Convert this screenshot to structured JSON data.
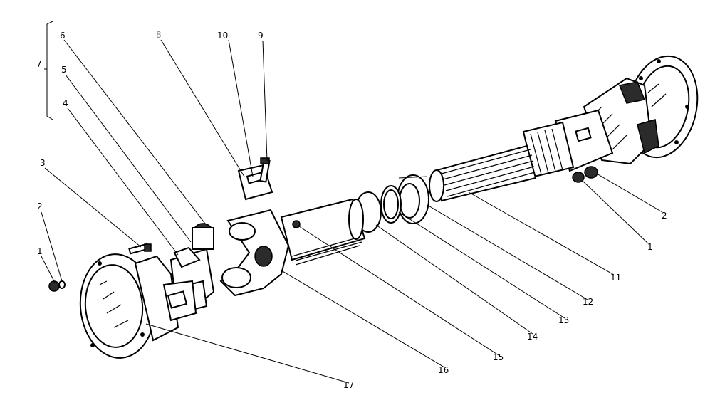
{
  "diagram": {
    "callouts": [
      {
        "id": "c1a",
        "text": "1"
      },
      {
        "id": "c2a",
        "text": "2"
      },
      {
        "id": "c3",
        "text": "3"
      },
      {
        "id": "c4",
        "text": "4"
      },
      {
        "id": "c5",
        "text": "5"
      },
      {
        "id": "c6",
        "text": "6"
      },
      {
        "id": "c7",
        "text": "7"
      },
      {
        "id": "c8",
        "text": "8"
      },
      {
        "id": "c9",
        "text": "9"
      },
      {
        "id": "c10",
        "text": "10"
      },
      {
        "id": "c1b",
        "text": "1"
      },
      {
        "id": "c2b",
        "text": "2"
      },
      {
        "id": "c11",
        "text": "11"
      },
      {
        "id": "c12",
        "text": "12"
      },
      {
        "id": "c13",
        "text": "13"
      },
      {
        "id": "c14",
        "text": "14"
      },
      {
        "id": "c15",
        "text": "15"
      },
      {
        "id": "c16",
        "text": "16"
      },
      {
        "id": "c17",
        "text": "17"
      }
    ]
  }
}
